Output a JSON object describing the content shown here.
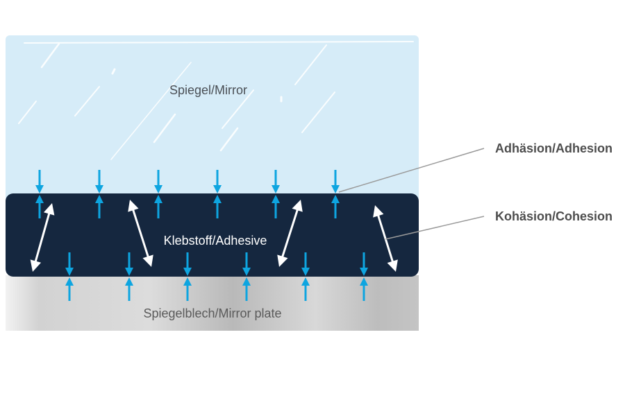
{
  "layers": {
    "mirror": {
      "label": "Spiegel/Mirror",
      "color": "#d6ecf8",
      "text_color": "#4a4f55"
    },
    "adhesive": {
      "label": "Klebstoff/Adhesive",
      "color": "#15273f",
      "text_color": "#ffffff"
    },
    "plate": {
      "label": "Spiegelblech/Mirror plate",
      "color": "#c8c8c8",
      "text_color": "#5a5a5a"
    }
  },
  "callouts": {
    "adhesion": {
      "label": "Adhäsion/Adhesion"
    },
    "cohesion": {
      "label": "Kohäsion/Cohesion"
    }
  },
  "colors": {
    "adhesion_arrow": "#0ea5e0",
    "cohesion_arrow": "#ffffff",
    "leader_line": "#9a9a9a",
    "callout_text": "#4d4d4d"
  },
  "icons": {
    "adhesion_arrow": "arrow-pair-icon",
    "cohesion_arrow": "double-arrow-icon"
  }
}
